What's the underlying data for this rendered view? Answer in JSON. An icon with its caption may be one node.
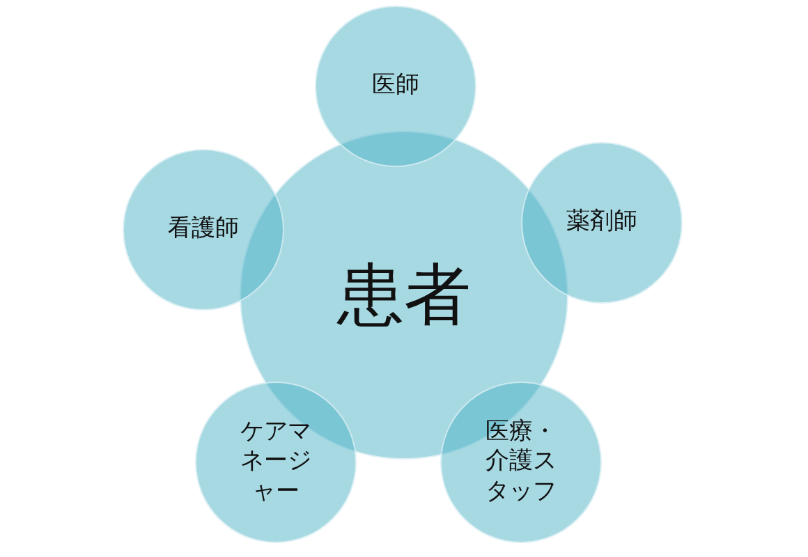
{
  "diagram": {
    "nodes": [
      {
        "text": [
          "患者"
        ]
      },
      {
        "text": [
          "医師"
        ]
      },
      {
        "text": [
          "薬剤師"
        ]
      },
      {
        "text": [
          "医療・介護スタッフ"
        ]
      },
      {
        "text": [
          "ケアマネージャー"
        ]
      },
      {
        "text": [
          "看護師"
        ]
      }
    ]
  }
}
